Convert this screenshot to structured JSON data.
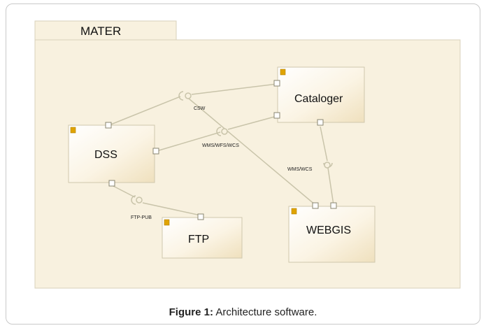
{
  "diagram": {
    "package": "MATER",
    "components": {
      "cataloger": "Cataloger",
      "dss": "DSS",
      "ftp": "FTP",
      "webgis": "WEBGIS"
    },
    "interfaces": {
      "csw": "CSW",
      "wms_wfs_wcs": "WMS/WFS/WCS",
      "wms_wcs": "WMS/WCS",
      "ftp_pub": "FTP-PUB"
    }
  },
  "caption": {
    "label": "Figure 1:",
    "text": "Architecture software."
  },
  "colors": {
    "package_fill": "#f8f1df",
    "component_fill": "#f6ecd4",
    "line": "#c9c4aa",
    "icon": "#e0a400"
  }
}
